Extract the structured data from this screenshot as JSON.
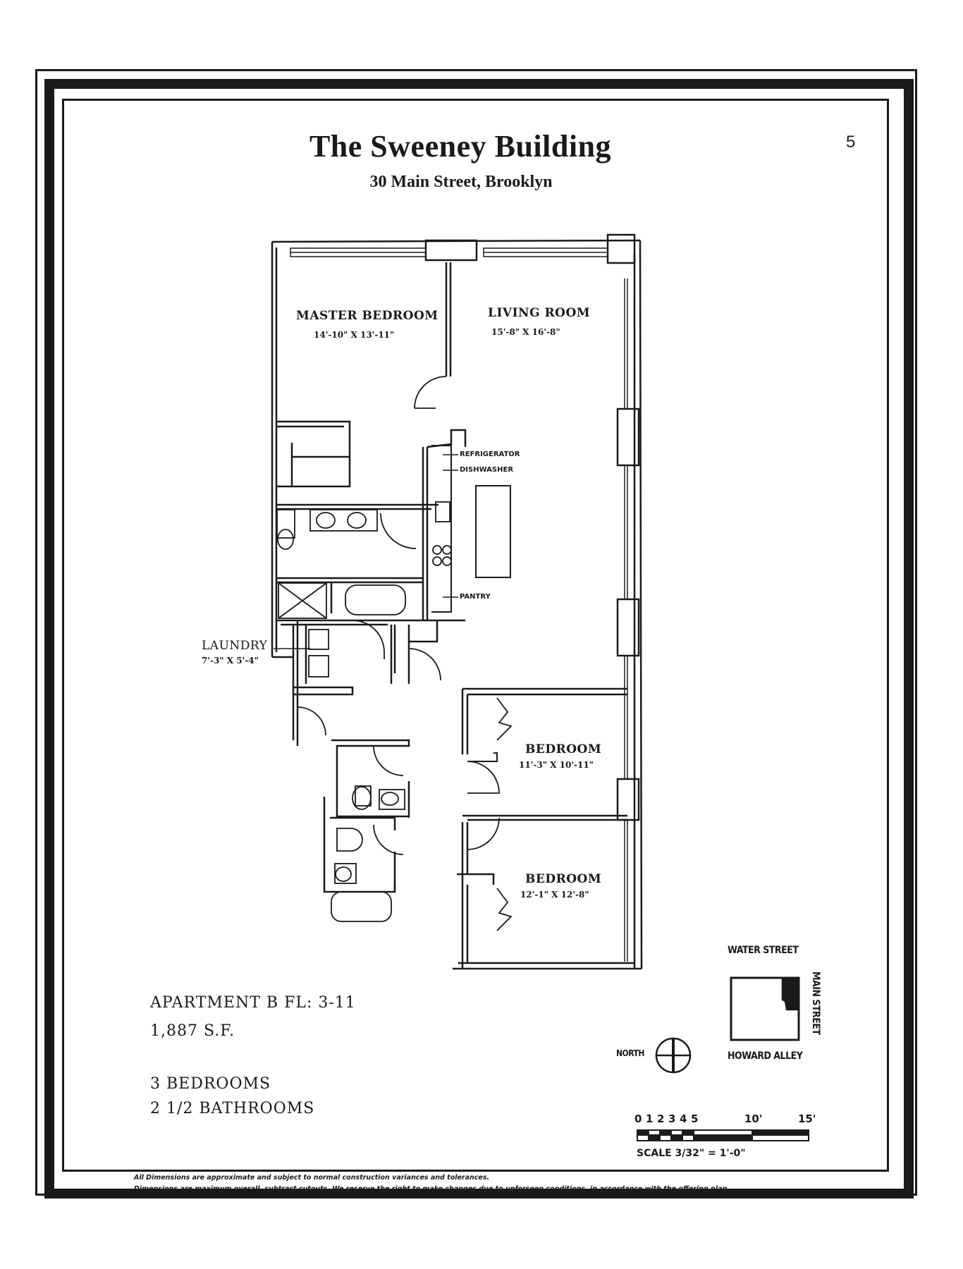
{
  "header": {
    "title": "The Sweeney Building",
    "address": "30 Main Street, Brooklyn",
    "page_number": "5"
  },
  "rooms": {
    "master_bedroom": {
      "name": "MASTER BEDROOM",
      "dims": "14'-10\" X 13'-11\""
    },
    "living_room": {
      "name": "LIVING ROOM",
      "dims": "15'-8\" X 16'-8\""
    },
    "laundry": {
      "name": "LAUNDRY",
      "dims": "7'-3\" X 5'-4\""
    },
    "bedroom_2": {
      "name": "BEDROOM",
      "dims": "11'-3\" X 10'-11\""
    },
    "bedroom_3": {
      "name": "BEDROOM",
      "dims": "12'-1\" X 12'-8\""
    }
  },
  "appliances": {
    "refrigerator": "REFRIGERATOR",
    "dishwasher": "DISHWASHER",
    "pantry": "PANTRY"
  },
  "unit_info": {
    "apartment": "APARTMENT B   FL: 3-11",
    "area": "1,887 S.F.",
    "bedrooms": "3 BEDROOMS",
    "bathrooms": "2 1/2 BATHROOMS"
  },
  "site_plan": {
    "north_label": "NORTH",
    "street_top": "WATER STREET",
    "street_right": "MAIN STREET",
    "street_bottom": "HOWARD ALLEY"
  },
  "scale_bar": {
    "ticks": [
      "0",
      "1",
      "2",
      "3",
      "4",
      "5",
      "10'",
      "15'"
    ],
    "label": "SCALE 3/32\" = 1'-0\""
  },
  "disclaimer": {
    "line1": "All Dimensions are approximate and subject to normal construction variances and tolerances.",
    "line2": "Dimensions are maximum overall, subtract cutouts.  We reserve the right to make changes due to unforseen conditions, in accordance with the offering plan."
  }
}
